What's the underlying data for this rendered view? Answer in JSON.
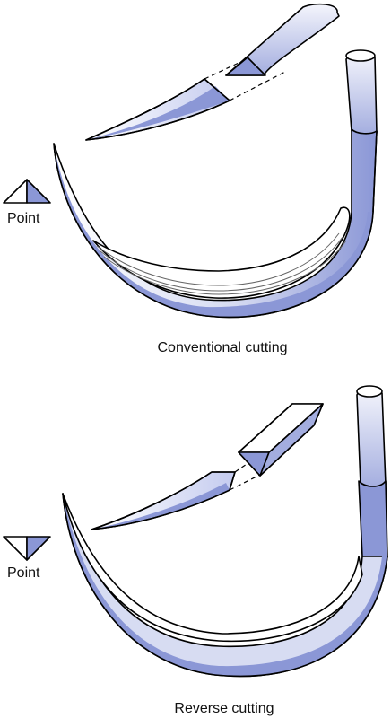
{
  "colors": {
    "needle_blue": "#8b97d6",
    "needle_light": "#d7dcf2",
    "outline": "#000000",
    "background": "#ffffff"
  },
  "panels": [
    {
      "id": "conventional",
      "point_label": "Point",
      "caption": "Conventional cutting"
    },
    {
      "id": "reverse",
      "point_label": "Point",
      "caption": "Reverse cutting"
    }
  ]
}
